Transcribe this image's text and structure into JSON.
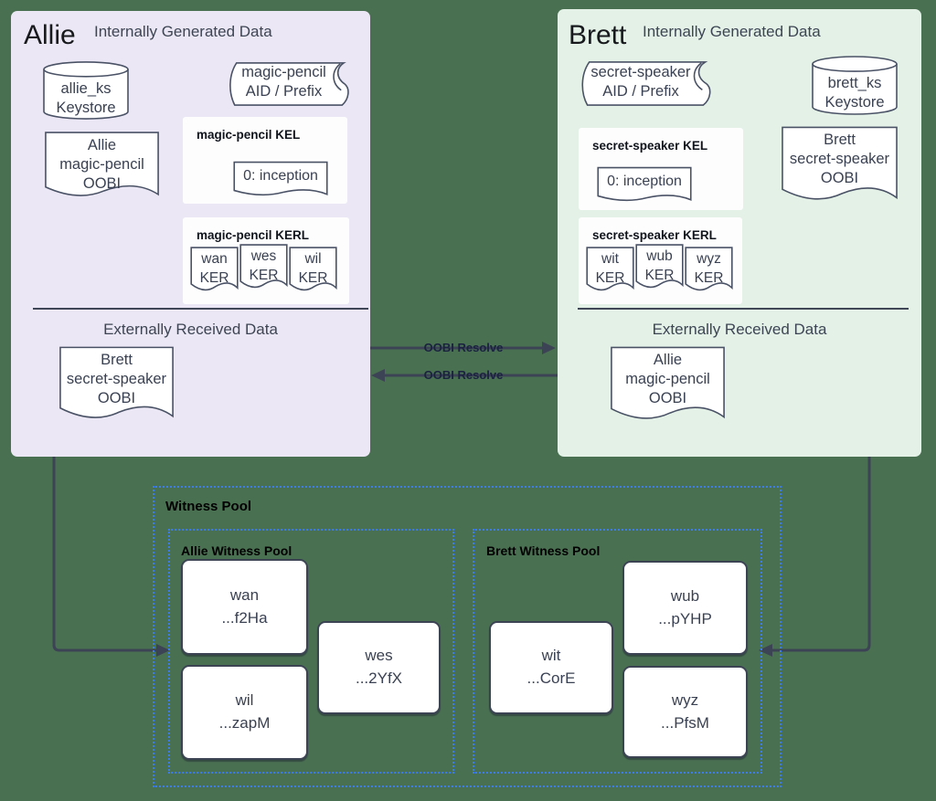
{
  "allie": {
    "title": "Allie",
    "internal_header": "Internally Generated Data",
    "external_header": "Externally Received Data",
    "keystore": "allie_ks\nKeystore",
    "aid_prefix": "magic-pencil\nAID / Prefix",
    "oobi": "Allie\nmagic-pencil\nOOBI",
    "kel_label": "magic-pencil KEL",
    "kel_event": "0: inception",
    "kerl_label": "magic-pencil KERL",
    "kers": [
      "wan\nKER",
      "wes\nKER",
      "wil\nKER"
    ],
    "received_oobi": "Brett\nsecret-speaker\nOOBI"
  },
  "brett": {
    "title": "Brett",
    "internal_header": "Internally Generated Data",
    "external_header": "Externally Received Data",
    "keystore": "brett_ks\nKeystore",
    "aid_prefix": "secret-speaker\nAID / Prefix",
    "oobi": "Brett\nsecret-speaker\nOOBI",
    "kel_label": "secret-speaker KEL",
    "kel_event": "0: inception",
    "kerl_label": "secret-speaker KERL",
    "kers": [
      "wit\nKER",
      "wub\nKER",
      "wyz\nKER"
    ],
    "received_oobi": "Allie\nmagic-pencil\nOOBI"
  },
  "connections": {
    "allie_to_brett_label": "OOBI Resolve",
    "brett_to_allie_label": "OOBI Resolve"
  },
  "witness_pool": {
    "label": "Witness Pool",
    "allie_pool": {
      "label": "Allie Witness Pool",
      "witnesses": [
        "wan\n...f2Ha",
        "wil\n...zapM",
        "wes\n...2YfX"
      ]
    },
    "brett_pool": {
      "label": "Brett Witness Pool",
      "witnesses": [
        "wit\n...CorE",
        "wub\n...pYHP",
        "wyz\n...PfsM"
      ]
    }
  },
  "colors": {
    "background": "#4a7052",
    "allie_panel": "#ebe7f4",
    "brett_panel": "#e3f1e7",
    "pool_border": "#3e7ce8",
    "arrow": "#3c4354"
  }
}
